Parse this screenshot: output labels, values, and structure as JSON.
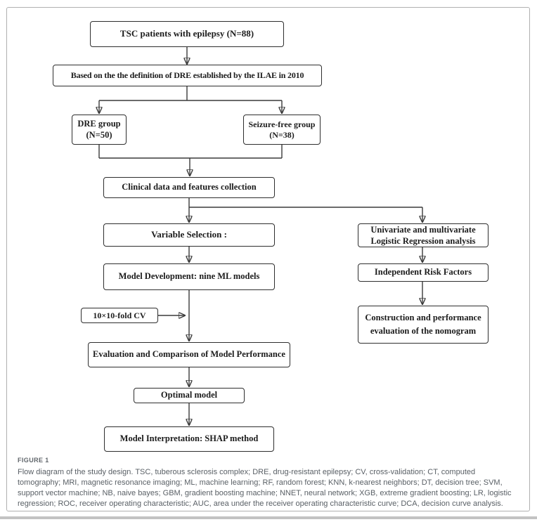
{
  "figure": {
    "label": "FIGURE 1",
    "caption": "Flow diagram of the study design. TSC, tuberous sclerosis complex; DRE, drug-resistant epilepsy; CV, cross-validation; CT, computed tomography; MRI, magnetic resonance imaging; ML, machine learning; RF, random forest; KNN, k-nearest neighbors; DT, decision tree; SVM, support vector machine; NB, naive bayes; GBM, gradient boosting machine; NNET, neural network; XGB, extreme gradient boosting; LR, logistic regression; ROC, receiver operating characteristic; AUC, area under the receiver operating characteristic curve; DCA, decision curve analysis."
  },
  "nodes": {
    "patients": "TSC patients with epilepsy (N=88)",
    "definition": "Based on the the definition of DRE established by the ILAE in 2010",
    "dre_group": "DRE group\n(N=50)",
    "seizure_free_group": "Seizure-free group\n(N=38)",
    "clinical_data": "Clinical data and features collection",
    "variable_selection": "Variable Selection :",
    "univariate": "Univariate and multivariate\nLogistic Regression analysis",
    "model_development": "Model Development: nine ML models",
    "cv": "10×10-fold CV",
    "independent_risk": "Independent Risk Factors",
    "construction": "Construction and performance\nevaluation of the nomogram",
    "evaluation": "Evaluation and Comparison of Model Performance",
    "optimal": "Optimal model",
    "interpretation": "Model Interpretation: SHAP method"
  },
  "colors": {
    "box_border": "#2e2e2e",
    "connector": "#3a3a3a",
    "frame_border": "#b0b0b0",
    "figure_label": "#60666b",
    "caption_text": "#5a6066"
  }
}
